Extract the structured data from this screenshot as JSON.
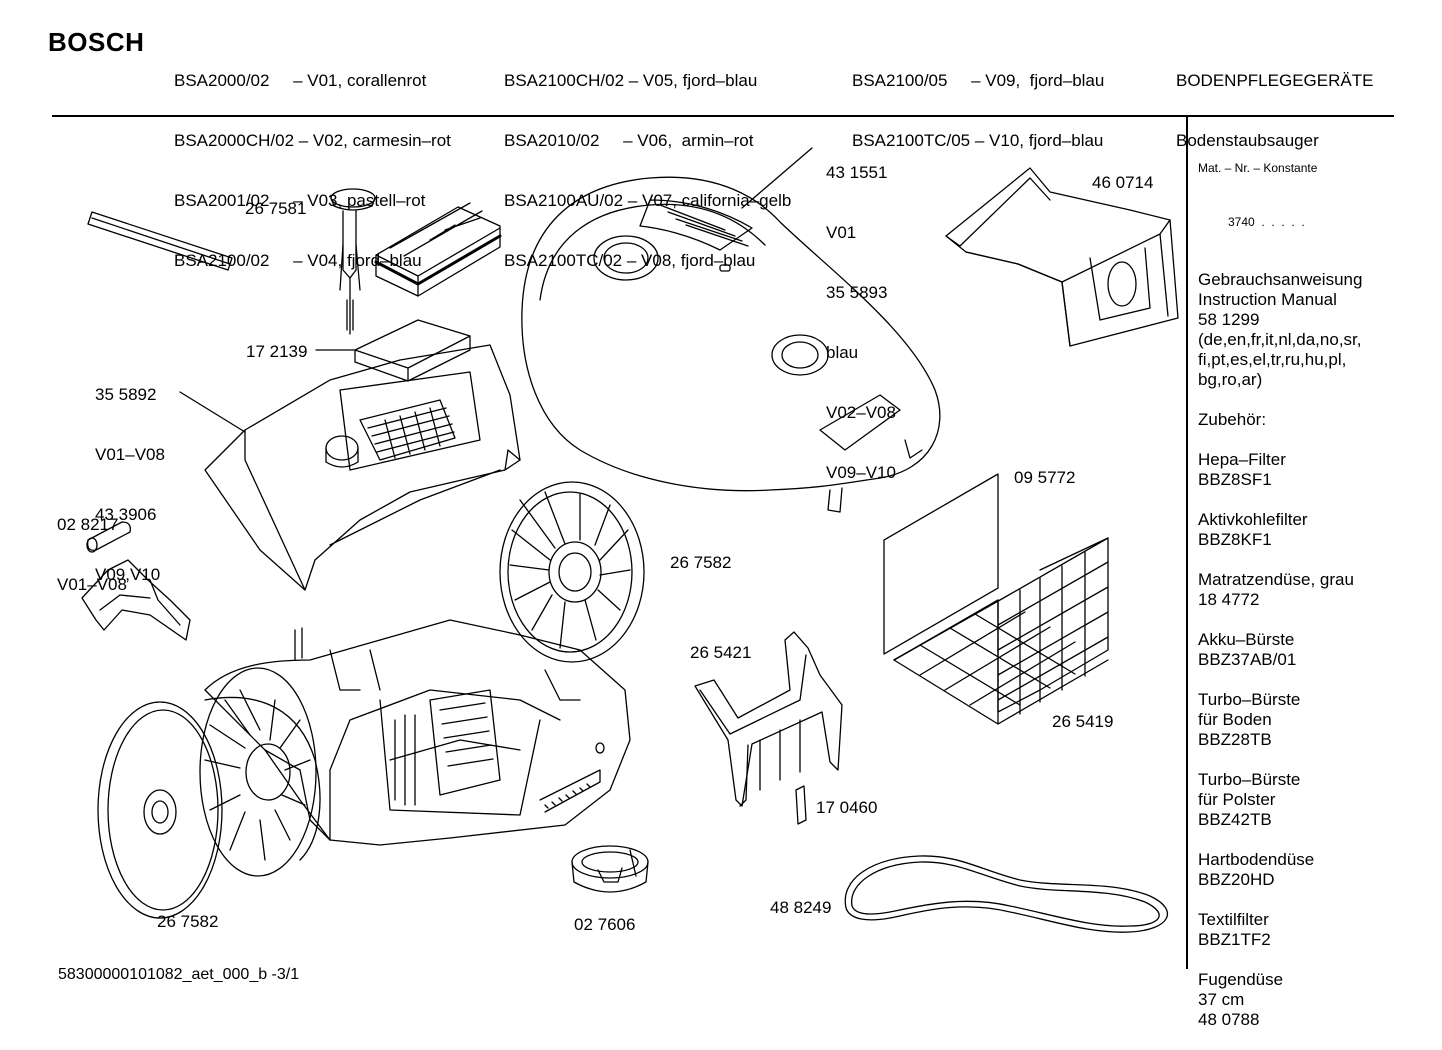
{
  "header": {
    "brand": "BOSCH",
    "col1": [
      "BSA2000/02     – V01, corallenrot",
      "BSA2000CH/02 – V02, carmesin–rot",
      "BSA2001/02     – V03, pastell–rot",
      "BSA2100/02     – V04, fjord–blau"
    ],
    "col2": [
      "BSA2100CH/02 – V05, fjord–blau",
      "BSA2010/02     – V06,  armin–rot",
      "BSA2100AU/02 – V07, california–gelb",
      "BSA2100TC/02 – V08, fjord–blau"
    ],
    "col3": [
      "BSA2100/05     – V09,  fjord–blau",
      "BSA2100TC/05 – V10, fjord–blau"
    ],
    "category": "BODENPFLEGEGERÄTE",
    "subcategory": "Bodenstaubsauger"
  },
  "sidebar": {
    "mat_nr_label": "Mat. – Nr. – Konstante",
    "mat_nr_value": "3740  .  .  .  .  .",
    "lines": [
      "Gebrauchsanweisung",
      "Instruction Manual",
      "58 1299",
      "(de,en,fr,it,nl,da,no,sr,",
      "fi,pt,es,el,tr,ru,hu,pl,",
      "bg,ro,ar)",
      "",
      "Zubehör:",
      "",
      "Hepa–Filter",
      "BBZ8SF1",
      "",
      "Aktivkohlefilter",
      "BBZ8KF1",
      "",
      "Matratzendüse, grau",
      "18 4772",
      "",
      "Akku–Bürste",
      "BBZ37AB/01",
      "",
      "Turbo–Bürste",
      "für Boden",
      "BBZ28TB",
      "",
      "Turbo–Bürste",
      "für Polster",
      "BBZ42TB",
      "",
      "Hartbodendüse",
      "BBZ20HD",
      "",
      "Textilfilter",
      "BBZ1TF2",
      "",
      "Fugendüse",
      "37 cm",
      "48 0788"
    ]
  },
  "parts": {
    "lid": [
      "43 1551",
      "V01",
      "35 5893",
      "blau",
      "V02–V08",
      "V09–V10"
    ],
    "dust_bag": "46 0714",
    "knob": "26 7581",
    "hepa_filter": "17 2139",
    "cover": [
      "35 5892",
      "V01–V08",
      "43 3906",
      "V09,V10"
    ],
    "small_part": [
      "02 8217",
      "V01–V08"
    ],
    "wheel_right": "26 7582",
    "filter_sheet": "09 5772",
    "bag_holder": "26 5421",
    "grid_frame": "26 5419",
    "clip": "17 0460",
    "wheel_left": "26 7582",
    "caster": "02 7606",
    "belt": "48 8249"
  },
  "footer": {
    "doc_id": "58300000101082_aet_000_b -3/1"
  }
}
